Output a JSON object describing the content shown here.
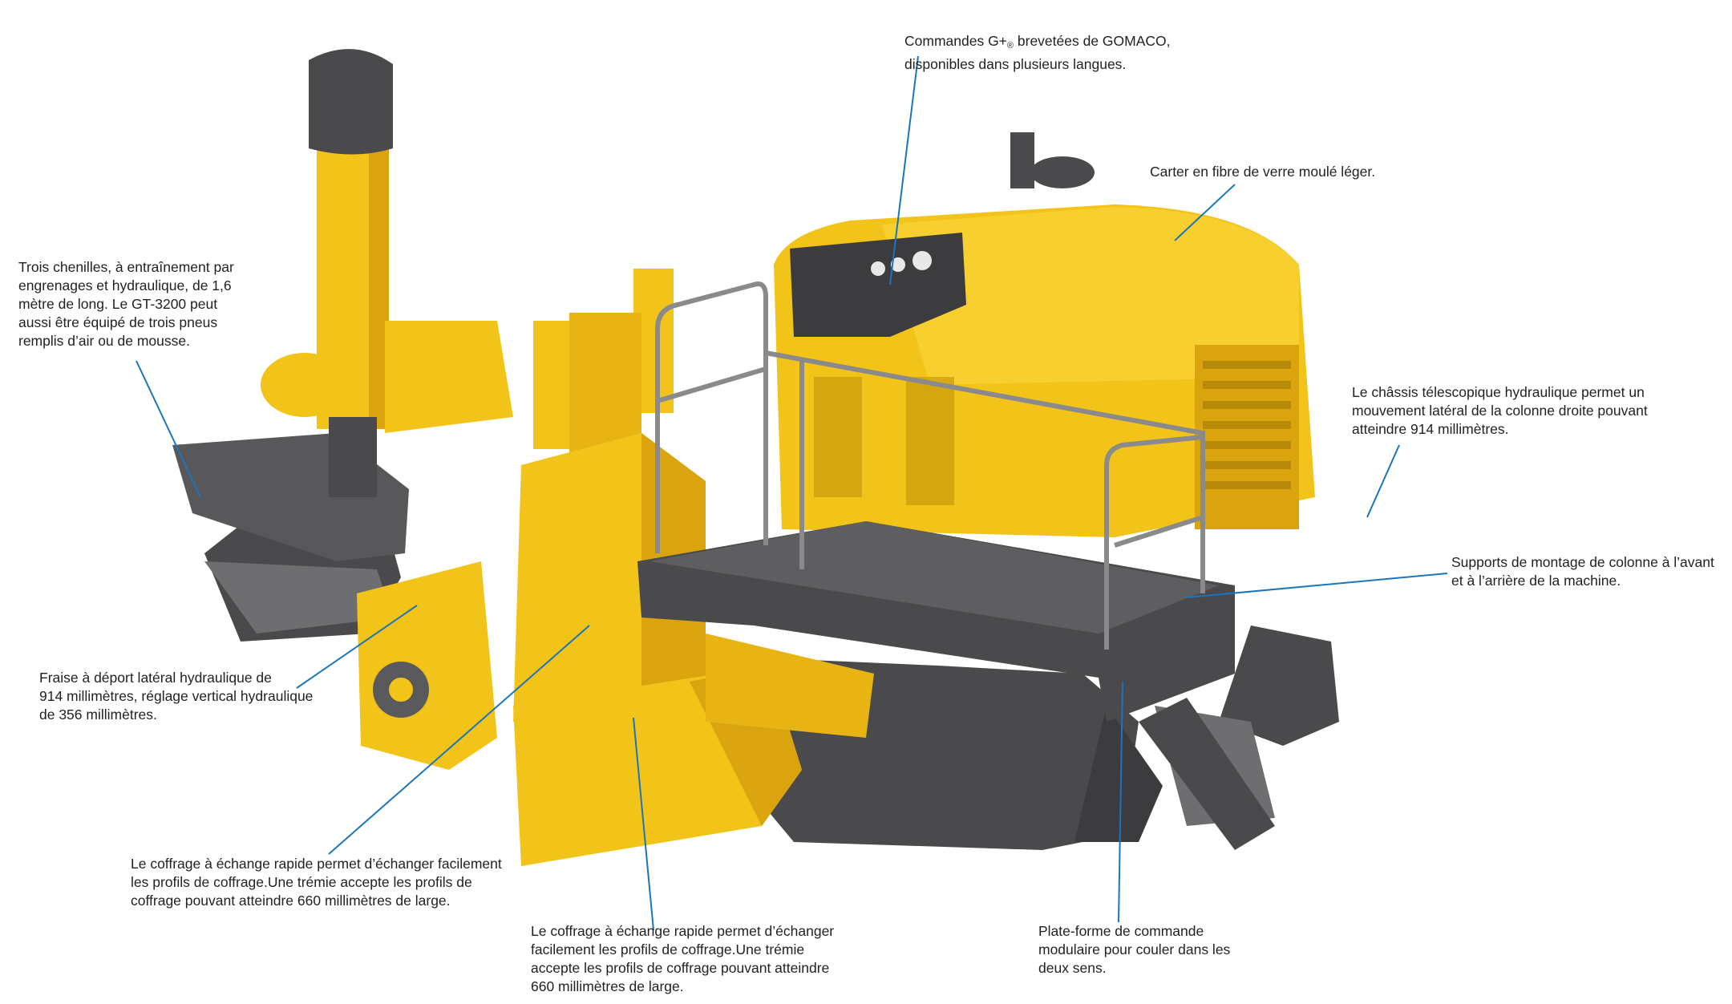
{
  "colors": {
    "machine_yellow": "#f2c318",
    "yellow_shade": "#d9a40e",
    "yellow_dark": "#b88a0a",
    "dark_gray": "#4a4a4c",
    "mid_gray": "#6e6e70",
    "leader_blue": "#1a75bc",
    "text": "#231f20"
  },
  "callouts": {
    "gplus_title_pre": "Commandes G+",
    "gplus_sub": "®",
    "gplus_title_post": " brevetées de GOMACO,",
    "gplus_line2": "disponibles dans plusieurs langues.",
    "carter": "Carter en fibre de verre moulé léger.",
    "chenilles": "Trois chenilles, à entraînement par\nengrenages et hydraulique, de 1,6\nmètre de long. Le GT-3200 peut\naussi être équipé de trois pneus\nremplis d’air ou de mousse.",
    "chassis": "Le châssis télescopique hydraulique permet un\nmouvement latéral de la colonne droite pouvant\natteindre 914 millimètres.",
    "supports": "Supports de montage de colonne à l’avant\net à l’arrière de la machine.",
    "fraise": "Fraise à déport latéral hydraulique de\n914 millimètres, réglage vertical hydraulique\nde 356 millimètres.",
    "coffrage_left": "Le coffrage à échange rapide permet d’échanger facilement\nles profils de coffrage.Une trémie accepte les profils de\ncoffrage pouvant atteindre 660 millimètres de large.",
    "coffrage_center": "Le coffrage à échange rapide permet d’échanger\nfacilement les profils de coffrage.Une trémie\naccepte les profils de coffrage pouvant atteindre\n660 millimètres de large.",
    "plateforme": "Plate-forme de commande\nmodulaire pour couler dans les\ndeux sens."
  }
}
